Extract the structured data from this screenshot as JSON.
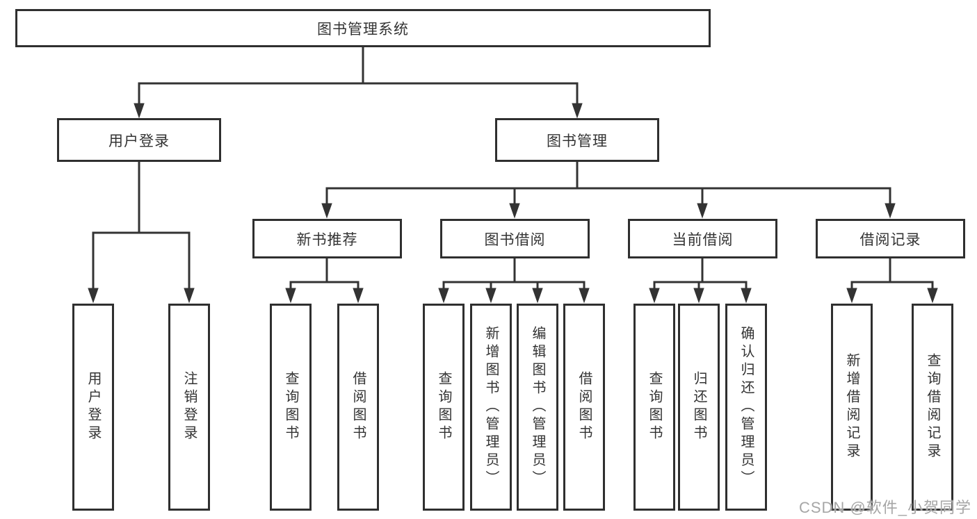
{
  "diagram": {
    "root": {
      "label": "图书管理系统"
    },
    "user_branch": {
      "label": "用户登录",
      "leaves": [
        {
          "label": "用户登录"
        },
        {
          "label": "注销登录"
        }
      ]
    },
    "mgmt_branch": {
      "label": "图书管理",
      "sections": [
        {
          "label": "新书推荐",
          "leaves": [
            {
              "label": "查询图书"
            },
            {
              "label": "借阅图书"
            }
          ]
        },
        {
          "label": "图书借阅",
          "leaves": [
            {
              "label": "查询图书"
            },
            {
              "label": "新增图书（管理员）"
            },
            {
              "label": "编辑图书（管理员）"
            },
            {
              "label": "借阅图书"
            }
          ]
        },
        {
          "label": "当前借阅",
          "leaves": [
            {
              "label": "查询图书"
            },
            {
              "label": "归还图书"
            },
            {
              "label": "确认归还（管理员）"
            }
          ]
        },
        {
          "label": "借阅记录",
          "leaves": [
            {
              "label": "新增借阅记录"
            },
            {
              "label": "查询借阅记录"
            }
          ]
        }
      ]
    }
  },
  "watermark": {
    "text": "CSDN @软件_小贺同学"
  },
  "colors": {
    "line": "#333333",
    "border": "#2f2f2f",
    "text": "#333333",
    "background": "#ffffff",
    "watermark": "#a6a6a6"
  }
}
